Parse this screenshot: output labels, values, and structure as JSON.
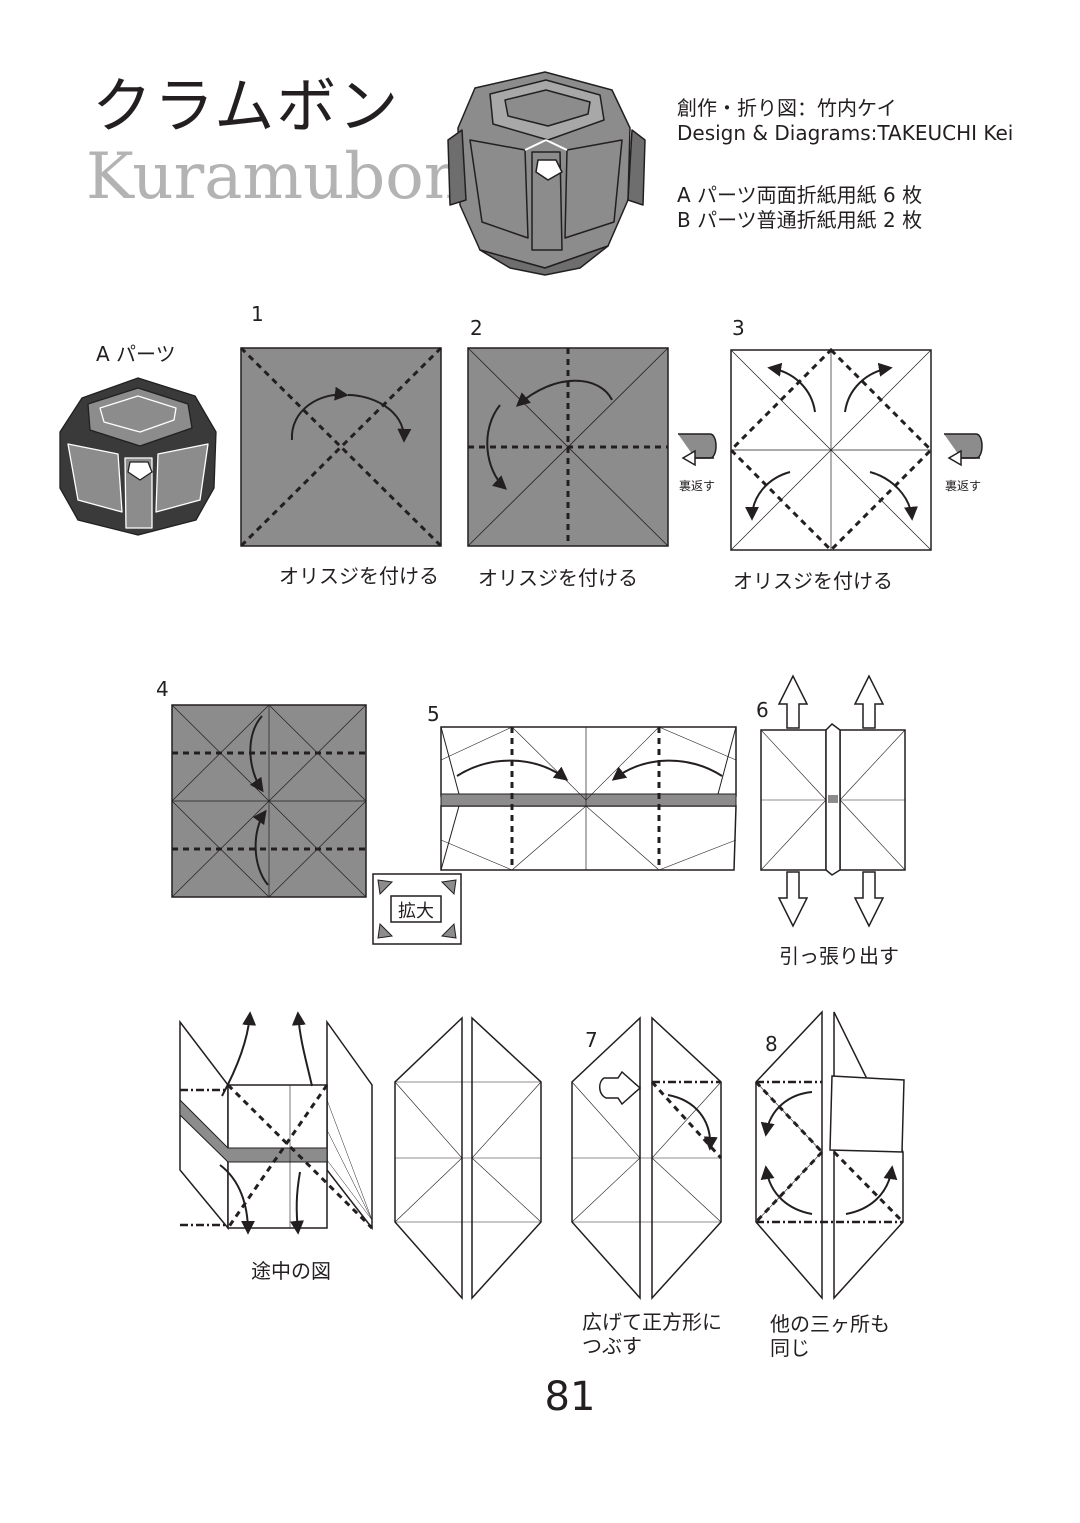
{
  "header": {
    "title_jp": "クラムボン",
    "title_en": "Kuramubon",
    "credit_jp": "創作・折り図：竹内ケイ",
    "credit_en": "Design & Diagrams:TAKEUCHI Kei",
    "materials_a": "A パーツ両面折紙用紙 6 枚",
    "materials_b": "B パーツ普通折紙用紙 2 枚"
  },
  "part_label": "A パーツ",
  "steps": {
    "s1": {
      "num": "1",
      "caption": "オリスジを付ける"
    },
    "s2": {
      "num": "2",
      "caption": "オリスジを付ける",
      "turn_label": "裏返す"
    },
    "s3": {
      "num": "3",
      "caption": "オリスジを付ける",
      "turn_label": "裏返す"
    },
    "s4": {
      "num": "4",
      "zoom_label": "拡大"
    },
    "s5": {
      "num": "5"
    },
    "s6": {
      "num": "6",
      "caption": "引っ張り出す"
    },
    "mid": {
      "caption": "途中の図"
    },
    "s7": {
      "num": "7",
      "caption_line1": "広げて正方形に",
      "caption_line2": "つぶす"
    },
    "s8": {
      "num": "8",
      "caption_line1": "他の三ヶ所も",
      "caption_line2": "同じ"
    }
  },
  "page_number": "81",
  "colors": {
    "paper_gray": "#8c8c8c",
    "ink": "#231f20",
    "title_gray": "#b3b3b3"
  }
}
